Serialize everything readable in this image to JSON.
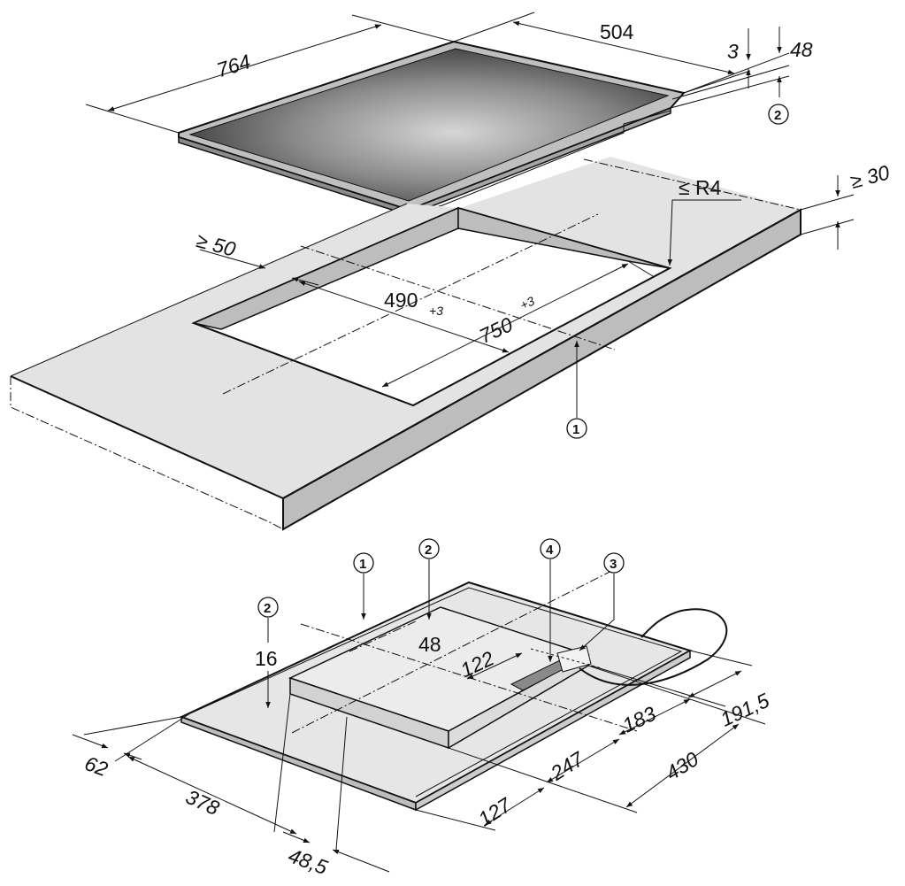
{
  "labels": {
    "top_width": "764",
    "top_depth": "504",
    "rim_thickness": "3",
    "total_height": "48",
    "min_countertop": "≥ 30",
    "corner_radius": "≤  R4",
    "min_edge": "≥ 50",
    "cutout_depth": "490",
    "cutout_depth_tol": "+3",
    "cutout_width": "750",
    "cutout_width_tol": "+3",
    "bottom_48": "48",
    "bottom_16": "16",
    "bottom_122": "122",
    "bottom_191_5": "191,5",
    "bottom_183": "183",
    "bottom_430": "430",
    "bottom_247": "247",
    "bottom_127": "127",
    "bottom_62": "62",
    "bottom_378": "378",
    "bottom_48_5": "48,5"
  },
  "callouts": {
    "c1": "1",
    "c2": "2",
    "c3": "3",
    "c4": "4"
  },
  "colors": {
    "line": "#111111",
    "countertop": "#e3e3e3",
    "cutout_wall": "#bdbdbd",
    "glass_dark": "#3a3a3a",
    "glass_light": "#cfcfcf"
  }
}
